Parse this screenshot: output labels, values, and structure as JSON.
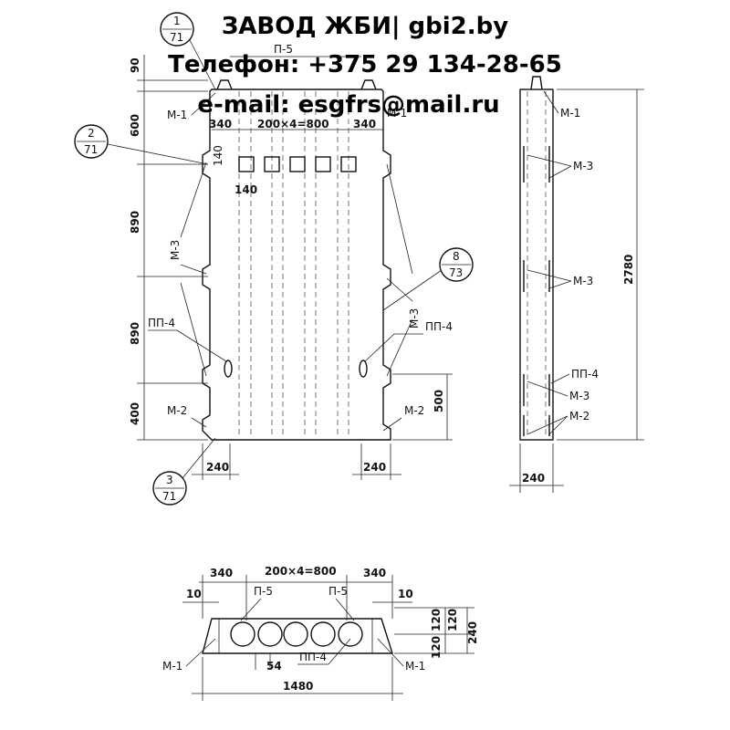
{
  "header": {
    "title": "ЗАВОД ЖБИ| gbi2.by",
    "phone": "Телефон: +375 29 134-28-65",
    "email": "e-mail: esgfrs@mail.ru"
  },
  "callouts": {
    "c1": {
      "top": "1",
      "bottom": "71"
    },
    "c2": {
      "top": "2",
      "bottom": "71"
    },
    "c3": {
      "top": "3",
      "bottom": "71"
    },
    "c8": {
      "top": "8",
      "bottom": "73"
    }
  },
  "front": {
    "dims_left": [
      "90",
      "600",
      "890",
      "890",
      "400"
    ],
    "top_spacing": [
      "340",
      "200×4=800",
      "340"
    ],
    "p5": "П-5",
    "d140a": "140",
    "d140b": "140",
    "d500": "500",
    "d240_left": "240",
    "d240_right": "240",
    "labels": {
      "m1_left": "М-1",
      "m1_right": "М-1",
      "m3_left": "М-3",
      "m3_right": "М-3",
      "pp4_left": "ПП-4",
      "pp4_right": "ПП-4",
      "m2_left": "М-2",
      "m2_right": "М-2"
    }
  },
  "side": {
    "height": "2780",
    "width": "240",
    "labels": {
      "m1": "М-1",
      "m3a": "М-3",
      "m3b": "М-3",
      "pp4": "ПП-4",
      "m3c": "М-3",
      "m2": "М-2"
    }
  },
  "section": {
    "top_spacing": [
      "340",
      "200×4=800",
      "340"
    ],
    "d10_left": "10",
    "d10_right": "10",
    "p5_left": "П-5",
    "p5_right": "П-5",
    "d120a": "120",
    "d120b": "120",
    "d120c": "120",
    "d240": "240",
    "d54": "54",
    "pp4": "ПП-4",
    "m1_left": "М-1",
    "m1_right": "М-1",
    "width": "1480"
  }
}
